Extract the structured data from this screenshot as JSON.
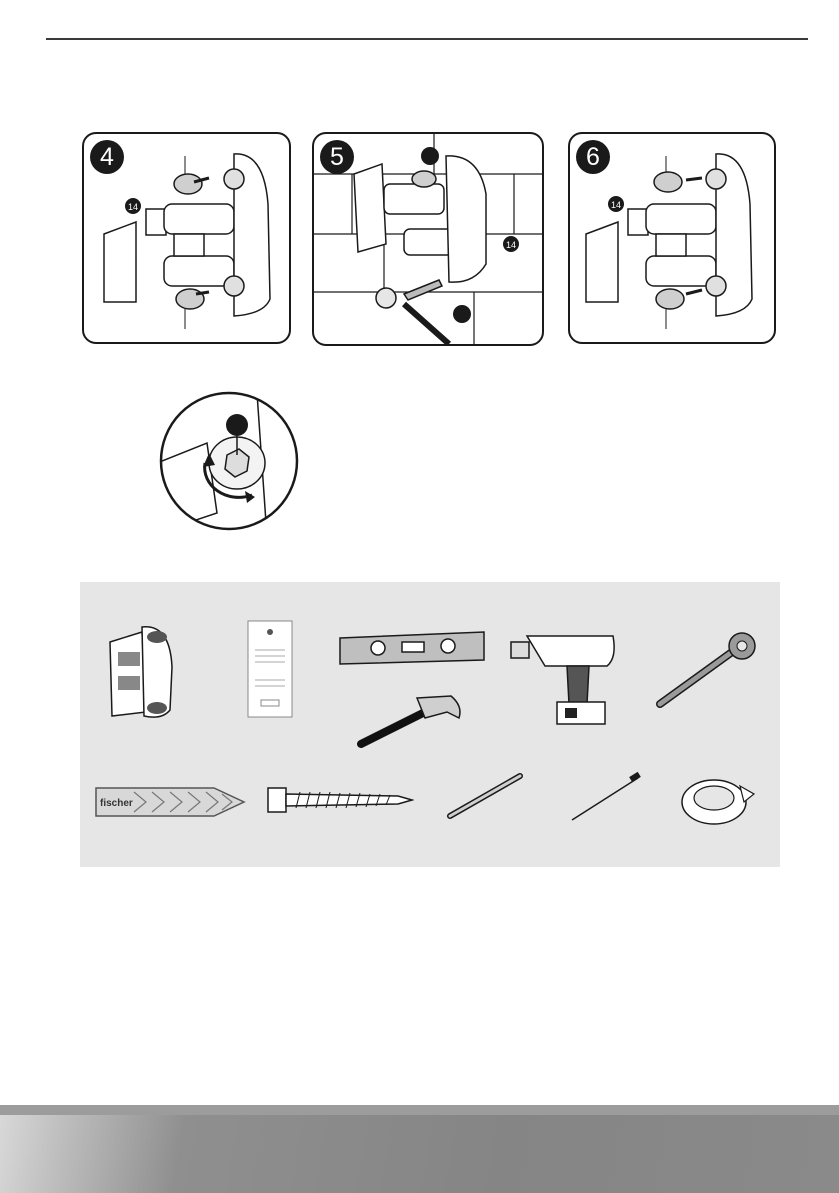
{
  "steps": [
    {
      "number": "4",
      "callout": "14"
    },
    {
      "number": "5",
      "callout": "14"
    },
    {
      "number": "6",
      "callout": "14"
    }
  ],
  "tools": [
    {
      "icon": "mount-bracket-icon"
    },
    {
      "icon": "wall-plate-icon"
    },
    {
      "icon": "spirit-level-icon"
    },
    {
      "icon": "power-drill-icon"
    },
    {
      "icon": "wrench-icon"
    },
    {
      "icon": "hammer-icon"
    },
    {
      "icon": "wall-plug-icon",
      "label": "fischer"
    },
    {
      "icon": "lag-screw-icon"
    },
    {
      "icon": "drill-bit-icon"
    },
    {
      "icon": "allen-key-icon"
    },
    {
      "icon": "washer-ring-icon"
    }
  ],
  "colors": {
    "ink": "#1a1a1a",
    "panel_bg": "#e6e6e6",
    "footer": "#858585"
  }
}
